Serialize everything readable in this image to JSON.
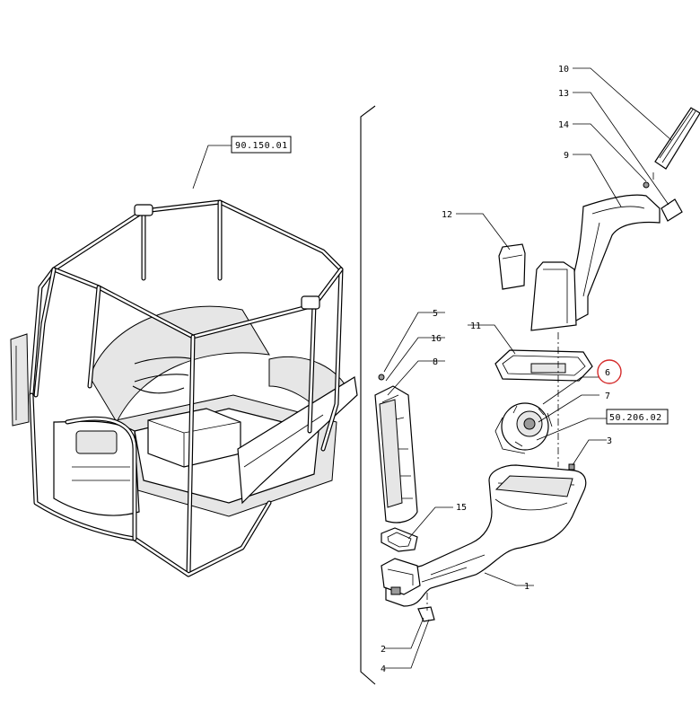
{
  "references": {
    "cab_ref": "90.150.01",
    "blower_ref": "50.206.02"
  },
  "callouts": [
    "1",
    "2",
    "3",
    "4",
    "5",
    "6",
    "7",
    "8",
    "9",
    "10",
    "11",
    "12",
    "13",
    "14",
    "15",
    "16"
  ],
  "highlighted_callout": "6",
  "colors": {
    "line": "#000000",
    "highlight": "#d42a2a",
    "background": "#ffffff"
  }
}
